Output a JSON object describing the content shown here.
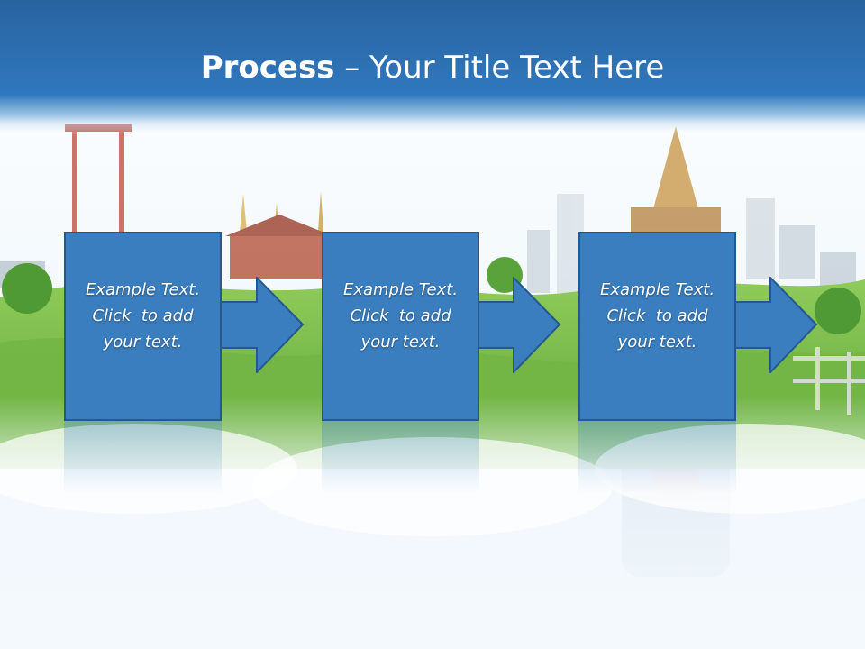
{
  "slide": {
    "title_bold": "Process",
    "title_rest": " – Your Title Text Here",
    "steps": [
      {
        "line1": "Example Text.",
        "line2": "Click  to add",
        "line3": "your text."
      },
      {
        "line1": "Example Text.",
        "line2": "Click  to add",
        "line3": "your text."
      },
      {
        "line1": "Example Text.",
        "line2": "Click  to add",
        "line3": "your text."
      }
    ]
  },
  "colors": {
    "title_bar": "#2d6eaa",
    "box_fill": "#3a7ebf",
    "box_border": "#23598c",
    "grass": "#7cbf4a",
    "sky": "#d8ecf8"
  }
}
